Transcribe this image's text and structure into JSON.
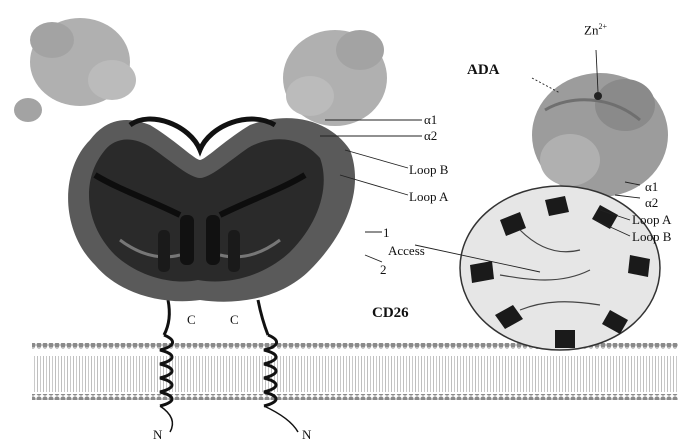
{
  "labels": {
    "ada": "ADA",
    "zinc": "Zn",
    "zinc_charge": "2+",
    "left_alpha1": "α1",
    "left_alpha2": "α2",
    "left_loop_b": "Loop B",
    "left_loop_a": "Loop A",
    "site_1": "1",
    "access": "Access",
    "site_2": "2",
    "c_left": "C",
    "c_right": "C",
    "cd26": "CD26",
    "n_left": "N",
    "n_right": "N",
    "right_alpha1": "α1",
    "right_alpha2": "α2",
    "right_loop_a": "Loop A",
    "right_loop_b": "Loop B"
  },
  "colors": {
    "background": "#ffffff",
    "membrane_head": "#8a8a8a",
    "membrane_tail": "#b5b5b5",
    "ada_gray": "#9a9a9a",
    "cd26_dark": "#1e1e1e",
    "helix": "#111111"
  }
}
